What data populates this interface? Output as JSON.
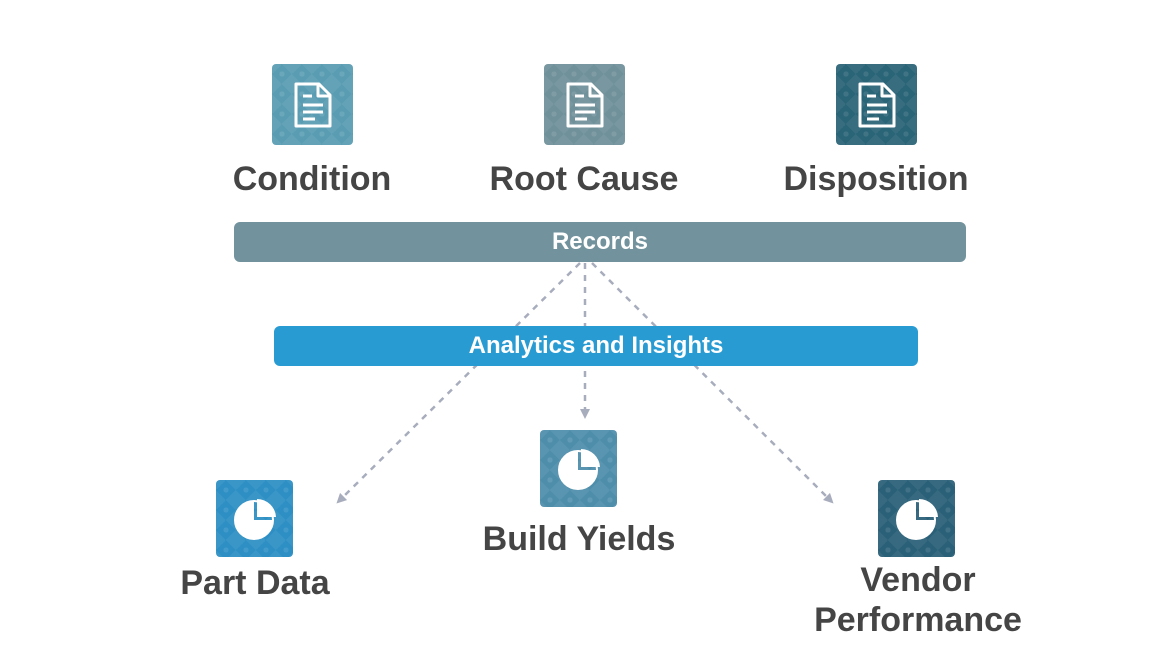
{
  "top_nodes": [
    {
      "label": "Condition",
      "icon": "document-icon",
      "color": "#5a9db3"
    },
    {
      "label": "Root Cause",
      "icon": "document-icon",
      "color": "#70919a"
    },
    {
      "label": "Disposition",
      "icon": "document-icon",
      "color": "#2a6477"
    }
  ],
  "records_bar": {
    "label": "Records",
    "color": "#72939d"
  },
  "analytics_bar": {
    "label": "Analytics and Insights",
    "color": "#299bd3"
  },
  "bottom_nodes": [
    {
      "label": "Part Data",
      "icon": "pie-chart-icon",
      "color": "#2d8fc4"
    },
    {
      "label": "Build Yields",
      "icon": "pie-chart-icon",
      "color": "#4f8eab"
    },
    {
      "label_lines": [
        "Vendor",
        "Performance"
      ],
      "icon": "pie-chart-icon",
      "color": "#2b6178"
    }
  ],
  "arrow_color": "#a8adbd"
}
